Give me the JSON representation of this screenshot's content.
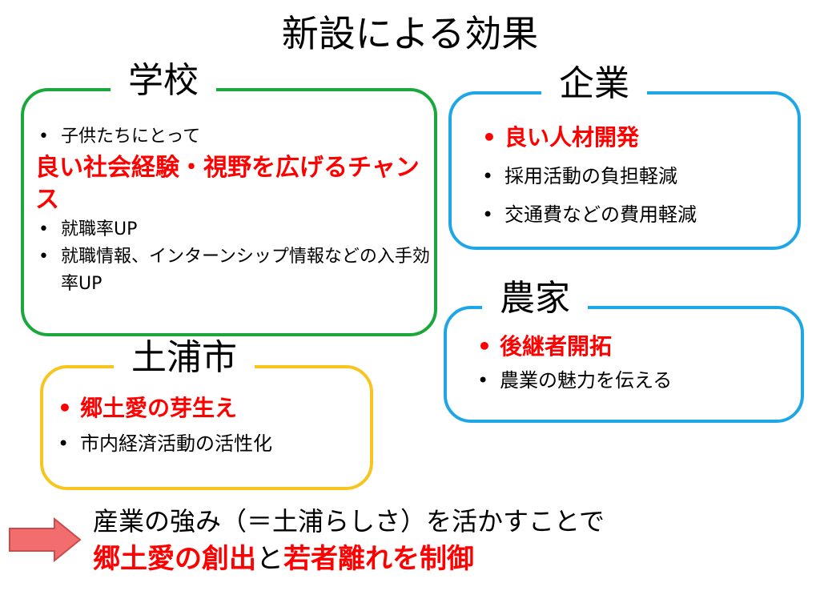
{
  "title": "新設による効果",
  "school": {
    "label": "学校",
    "item1": "子供たちにとって",
    "highlight": "良い社会経験・視野を広げるチャンス",
    "items": [
      "就職率UP",
      "就職情報、インターンシップ情報などの入手効率UP"
    ]
  },
  "company": {
    "label": "企業",
    "items": [
      "良い人材開発",
      "採用活動の負担軽減",
      "交通費などの費用軽減"
    ]
  },
  "farmer": {
    "label": "農家",
    "items": [
      "後継者開拓",
      "農業の魅力を伝える"
    ]
  },
  "city": {
    "label": "土浦市",
    "items": [
      "郷土愛の芽生え",
      "市内経済活動の活性化"
    ]
  },
  "conclusion": {
    "line1": "産業の強み（＝土浦らしさ）を活かすことで",
    "line2_part1": "郷土愛の創出",
    "line2_part2": "と",
    "line2_part3": "若者離れを制御"
  },
  "colors": {
    "school_border": "#1aa83c",
    "company_border": "#1fa6e6",
    "farmer_border": "#1fa6e6",
    "city_border": "#f7c51e",
    "highlight": "#ff0000",
    "arrow_fill": "#f26d6d"
  },
  "icons": {
    "arrow": "right-arrow-icon"
  }
}
